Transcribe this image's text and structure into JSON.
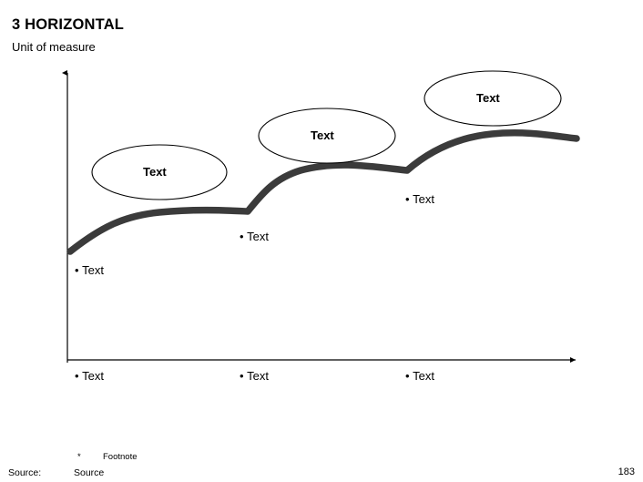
{
  "header": {
    "title": "3 HORIZONTAL",
    "subtitle": "Unit of measure"
  },
  "chart_data": {
    "type": "line",
    "title": "3 HORIZONTAL",
    "ylabel": "Unit of measure",
    "xlabel": "",
    "grid": false,
    "legend": false,
    "series": [
      {
        "name": "stepped-curve",
        "description": "three rising S-shaped segments with flat plateaus"
      }
    ]
  },
  "callouts": {
    "ellipses": [
      {
        "label": "Text"
      },
      {
        "label": "Text"
      },
      {
        "label": "Text"
      }
    ],
    "curve_bullets": [
      {
        "label": "Text"
      },
      {
        "label": "Text"
      },
      {
        "label": "Text"
      }
    ],
    "axis_bullets": [
      {
        "label": "Text"
      },
      {
        "label": "Text"
      },
      {
        "label": "Text"
      }
    ]
  },
  "footer": {
    "footnote_marker": "*",
    "footnote_text": "Footnote",
    "source_label": "Source:",
    "source_value": "Source",
    "page_number": "183"
  }
}
